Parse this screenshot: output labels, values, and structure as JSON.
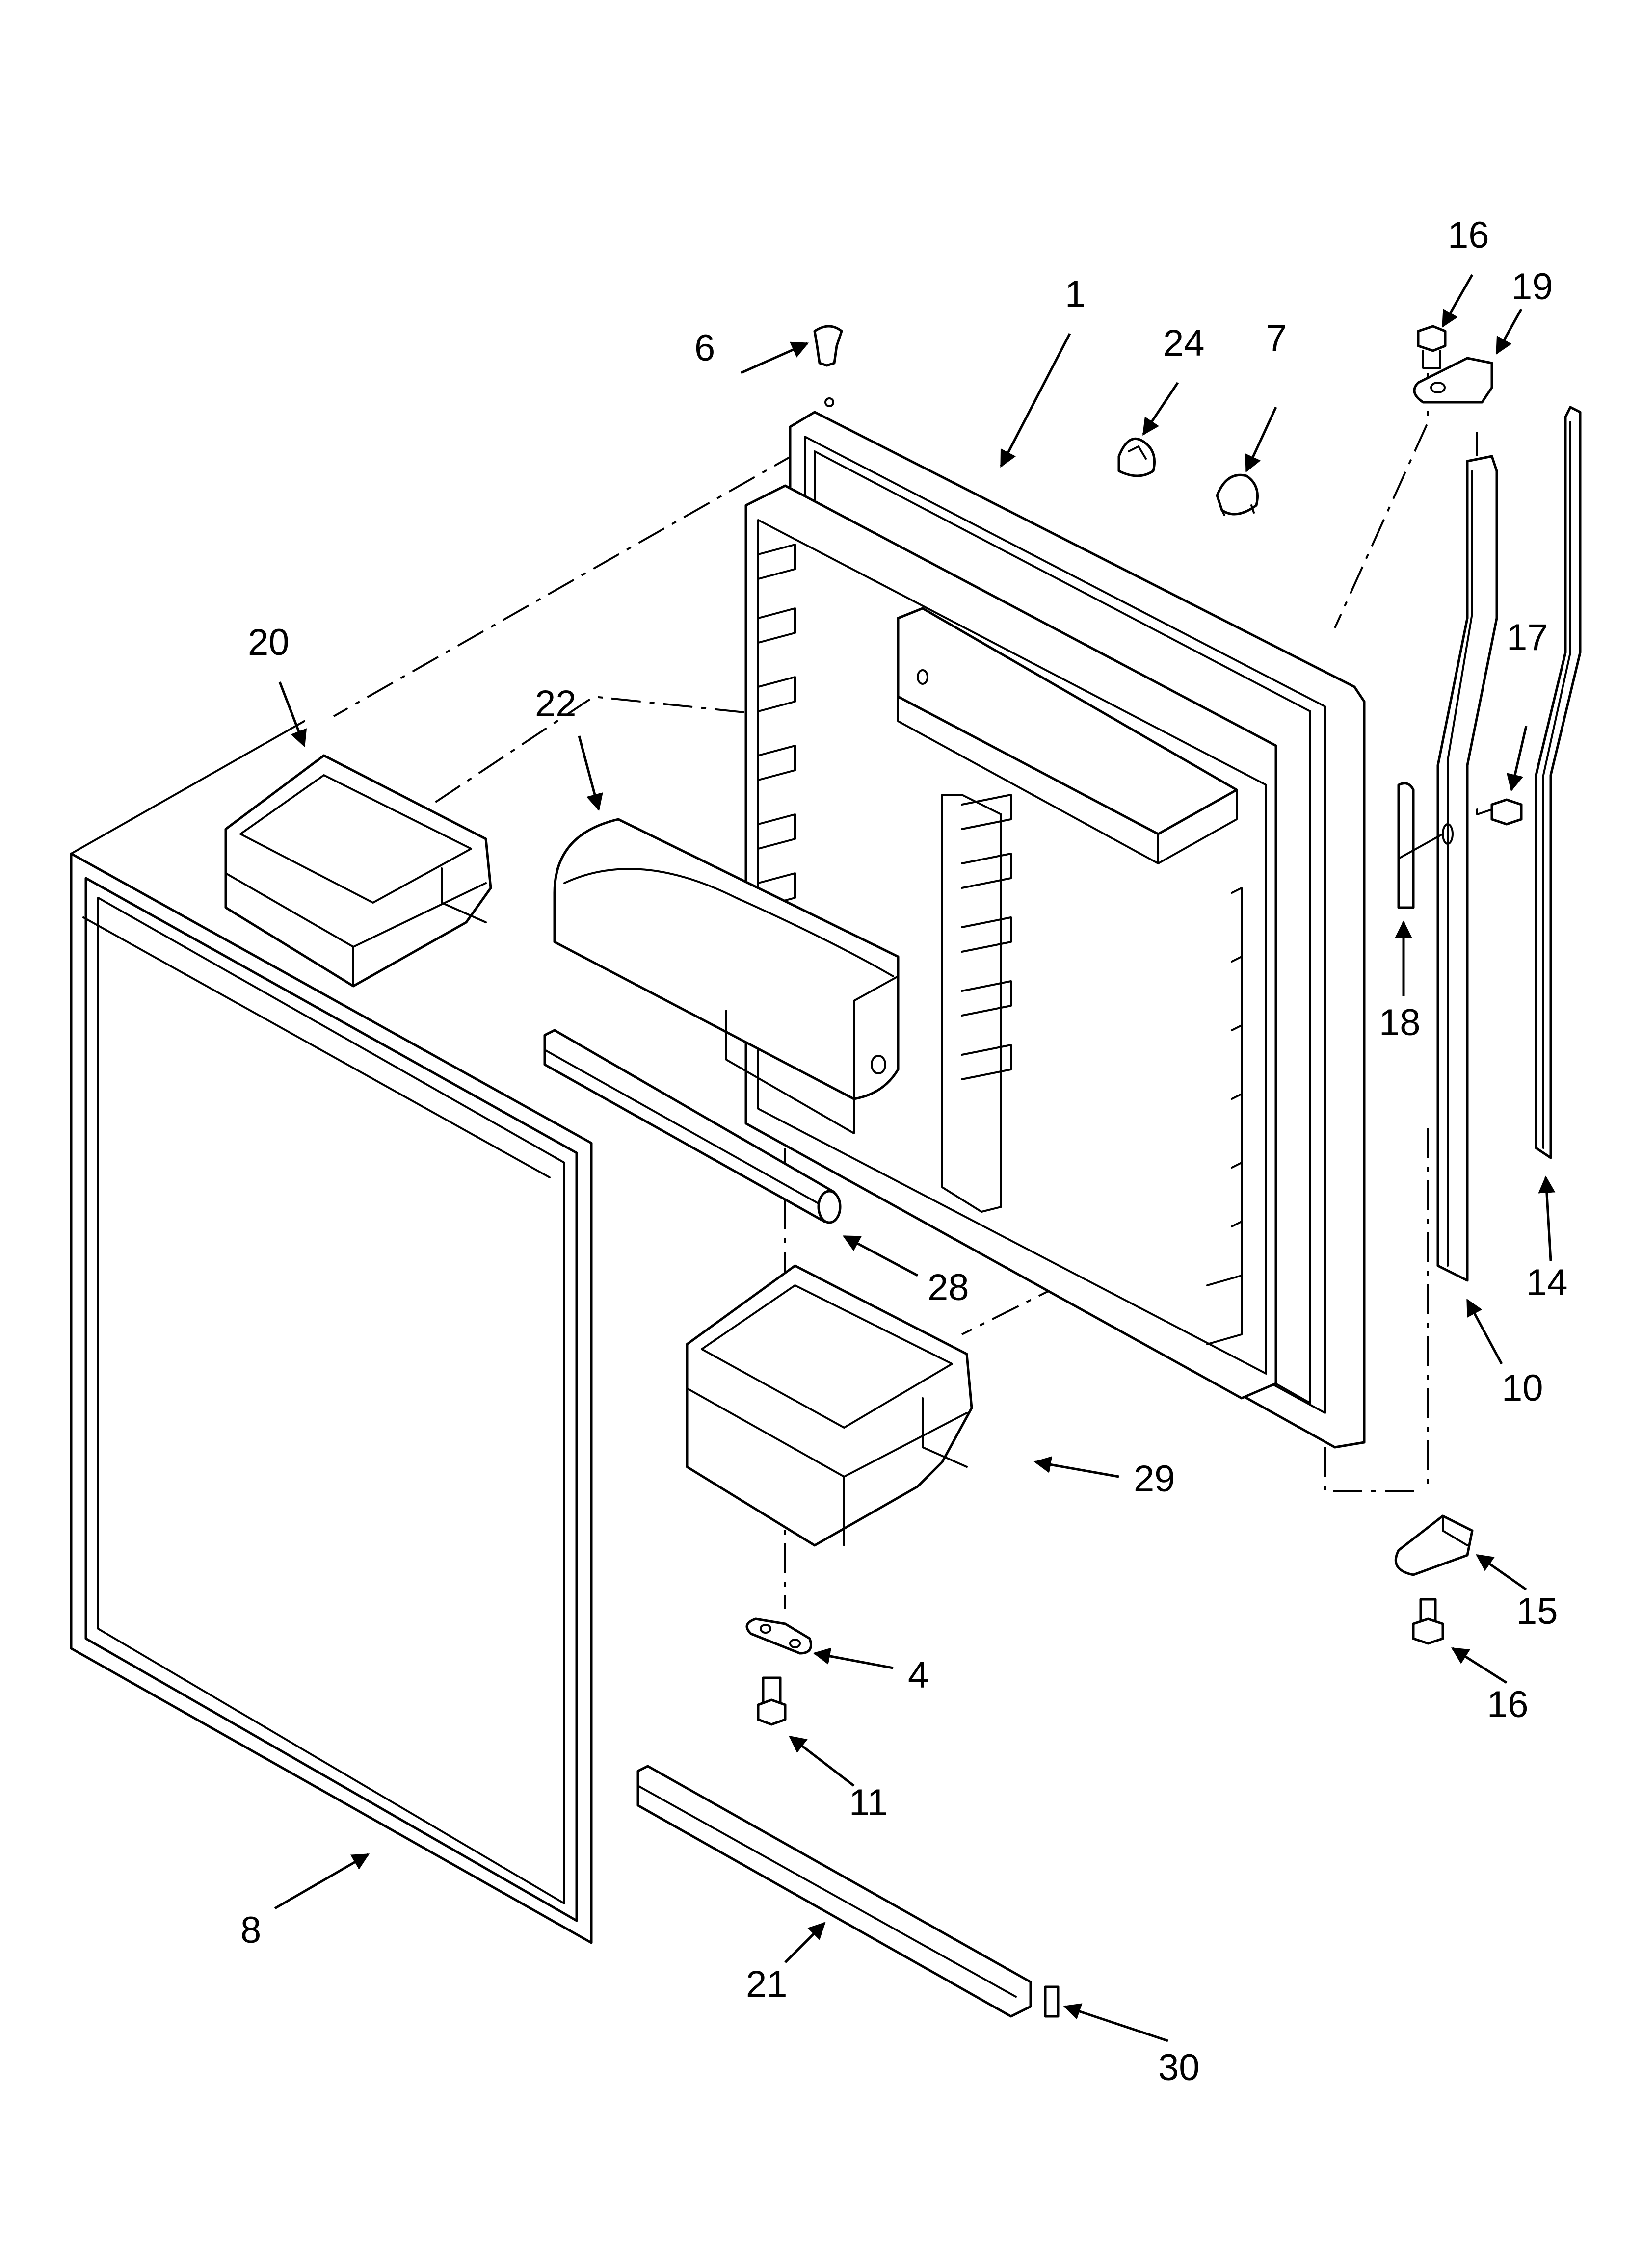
{
  "callouts": {
    "c1": "1",
    "c4": "4",
    "c6": "6",
    "c7": "7",
    "c8": "8",
    "c10": "10",
    "c11": "11",
    "c14": "14",
    "c15": "15",
    "c16_top": "16",
    "c16_bottom": "16",
    "c17": "17",
    "c18": "18",
    "c19": "19",
    "c20": "20",
    "c21": "21",
    "c22": "22",
    "c24": "24",
    "c28": "28",
    "c29": "29",
    "c30": "30"
  },
  "colors": {
    "line": "#000000",
    "background": "#ffffff"
  }
}
